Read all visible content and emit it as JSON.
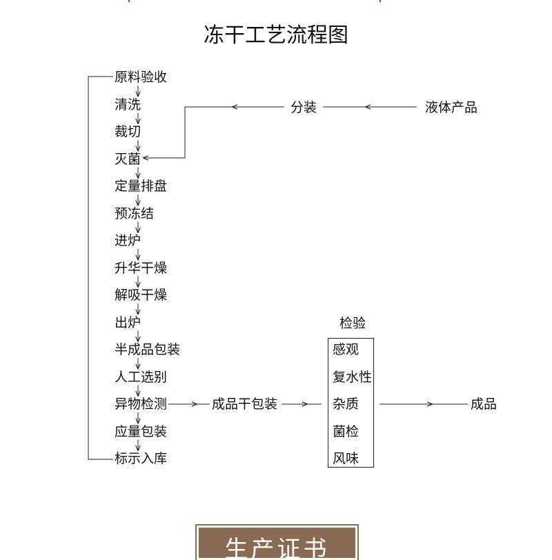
{
  "title": "冻干工艺流程图",
  "steps": [
    "原料验收",
    "清洗",
    "裁切",
    "灭菌",
    "定量排盘",
    "预冻结",
    "进炉",
    "升华干燥",
    "解吸干燥",
    "出炉",
    "半成品包装",
    "人工选别",
    "异物检测",
    "应量包装",
    "标示入库"
  ],
  "branch": {
    "liquid": "液体产品",
    "split": "分装"
  },
  "dry_pack": "成品干包装",
  "inspection": {
    "title": "检验",
    "items": [
      "感观",
      "复水性",
      "杂质",
      "菌检",
      "风味"
    ]
  },
  "final": "成品",
  "certificate": "生产证书",
  "colors": {
    "line": "#222222",
    "banner": "#8a6a52",
    "accent": "#c03030"
  }
}
